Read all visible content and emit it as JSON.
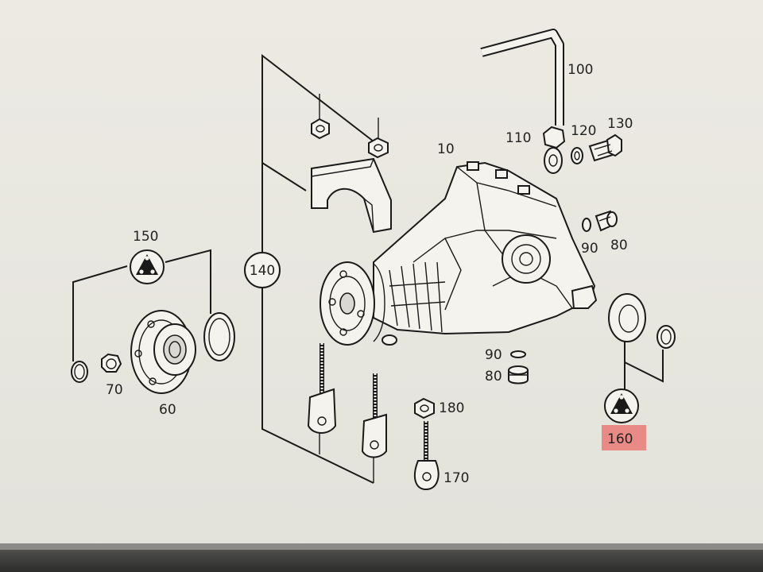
{
  "labels": {
    "l10": "10",
    "l60": "60",
    "l70": "70",
    "l80a": "80",
    "l80b": "80",
    "l90a": "90",
    "l90b": "90",
    "l100": "100",
    "l110": "110",
    "l120": "120",
    "l130": "130",
    "l140": "140",
    "l150": "150",
    "l160": "160",
    "l170": "170",
    "l180": "180"
  },
  "highlight": {
    "part": "160",
    "color": "#e98a86"
  }
}
